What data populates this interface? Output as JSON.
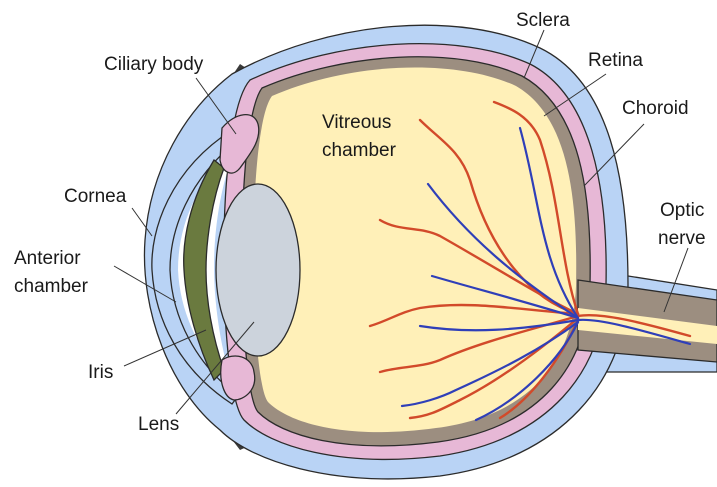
{
  "labels": {
    "sclera": "Sclera",
    "retina": "Retina",
    "choroid": "Choroid",
    "optic_nerve_line1": "Optic",
    "optic_nerve_line2": "nerve",
    "ciliary_body": "Ciliary body",
    "vitreous_line1": "Vitreous",
    "vitreous_line2": "chamber",
    "cornea": "Cornea",
    "anterior_line1": "Anterior",
    "anterior_line2": "chamber",
    "iris": "Iris",
    "lens": "Lens"
  },
  "colors": {
    "sclera": "#b9d3f5",
    "choroid": "#e7b8d6",
    "retina": "#9c8e80",
    "vitreous": "#fff0b8",
    "lens": "#ccd3dc",
    "iris": "#6a7a3f",
    "artery": "#d24a2a",
    "vein": "#2f3fb8",
    "eyelid": "#3a3a3a"
  }
}
